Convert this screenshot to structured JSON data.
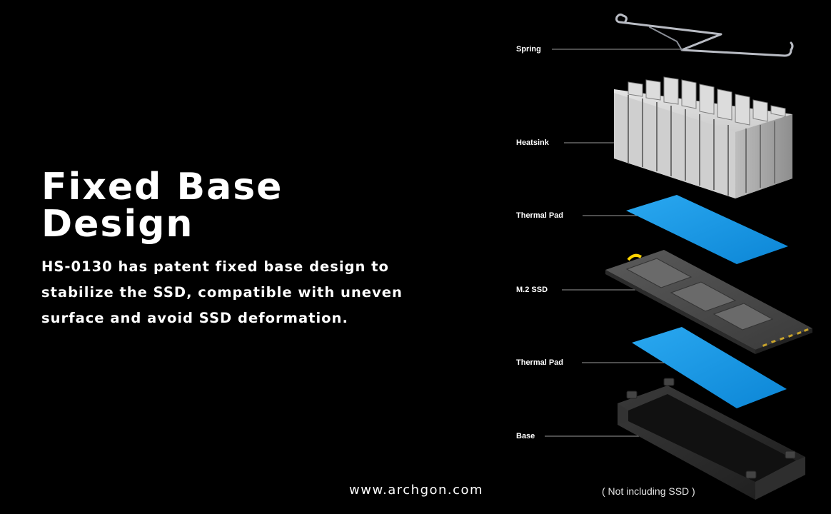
{
  "headline": {
    "line1": "Fixed Base",
    "line2": "Design"
  },
  "description": "HS-0130 has patent fixed base design to stabilize the SSD, compatible with uneven surface and avoid SSD deformation.",
  "website": "www.archgon.com",
  "note": "( Not including SSD )",
  "components": {
    "spring": "Spring",
    "heatsink": "Heatsink",
    "thermal_pad_top": "Thermal Pad",
    "ssd": "M.2 SSD",
    "thermal_pad_bottom": "Thermal Pad",
    "base": "Base"
  },
  "colors": {
    "background": "#000000",
    "thermal_pad": "#1a97e6",
    "heatsink": "#c8c8c8",
    "ssd_board": "#4a4a4a",
    "base": "#262626",
    "gold_contacts": "#c9a42b"
  }
}
